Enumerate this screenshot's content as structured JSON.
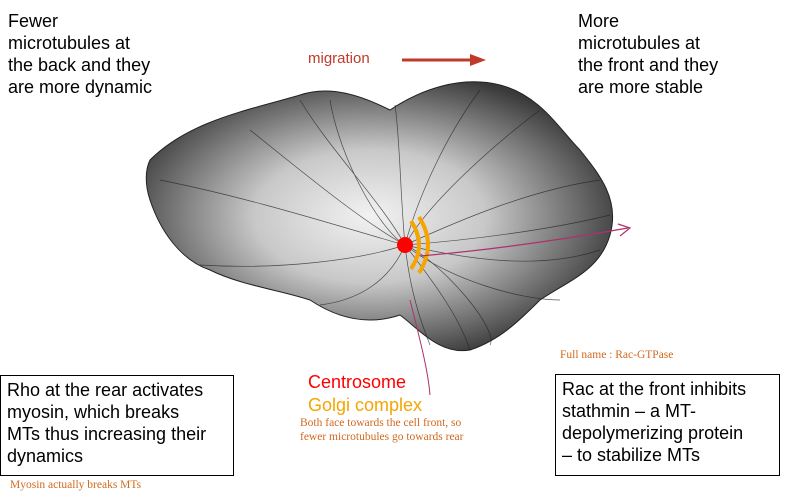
{
  "top_left_note": [
    "Fewer",
    "microtubules at",
    "the back and they",
    "are more dynamic"
  ],
  "top_right_note": [
    "More",
    "microtubules at",
    "the front and they",
    "are more stable"
  ],
  "migration_label": "migration",
  "centrosome_label": "Centrosome",
  "golgi_label": "Golgi complex",
  "golgi_note": [
    "Both face towards the cell front, so",
    "fewer microtubules go towards rear"
  ],
  "rac_fullname": "Full name : Rac-GTPase",
  "rho_box": [
    "Rho at the rear activates",
    "myosin, which breaks",
    "MTs thus increasing their",
    "dynamics"
  ],
  "rac_box": [
    "Rac at the front inhibits",
    "stathmin – a MT-",
    "depolymerizing protein",
    "– to stabilize MTs"
  ],
  "myosin_note": "Myosin actually breaks MTs",
  "colors": {
    "migration_arrow": "#c0392b",
    "centrosome": "#ff0000",
    "golgi": "#f5a500",
    "annotation": "#d2691e",
    "pointer": "#b0306a"
  }
}
